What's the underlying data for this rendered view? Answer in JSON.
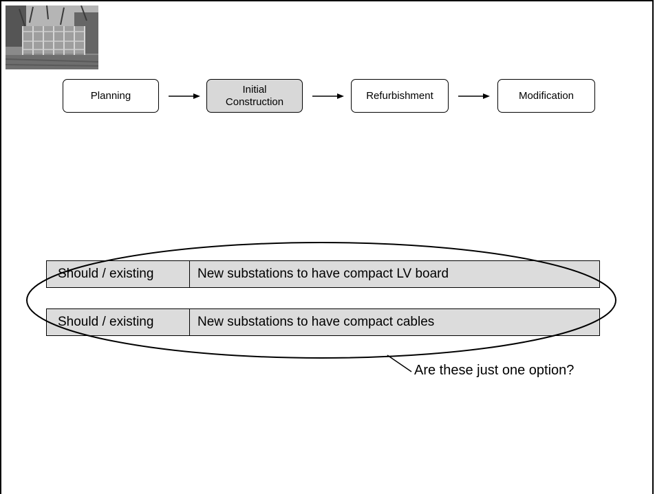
{
  "flow": {
    "stages": [
      {
        "label": "Planning",
        "active": false
      },
      {
        "label": "Initial\nConstruction",
        "active": true
      },
      {
        "label": "Refurbishment",
        "active": false
      },
      {
        "label": "Modification",
        "active": false
      }
    ]
  },
  "requirements": [
    {
      "status": "Should / existing",
      "text": "New substations to have compact LV board"
    },
    {
      "status": "Should / existing",
      "text": "New substations to have compact cables"
    }
  ],
  "callout": {
    "text": "Are these just one option?"
  },
  "photo": {
    "subject": "substation-photo"
  }
}
